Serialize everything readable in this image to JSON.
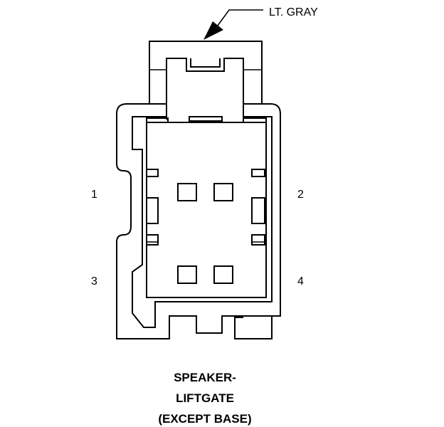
{
  "callout": {
    "color_label": "LT. GRAY"
  },
  "pins": {
    "pin1": "1",
    "pin2": "2",
    "pin3": "3",
    "pin4": "4"
  },
  "caption": {
    "line1": "SPEAKER-",
    "line2": "LIFTGATE",
    "line3": "(EXCEPT BASE)"
  },
  "colors": {
    "line": "#000000",
    "background": "#ffffff"
  }
}
